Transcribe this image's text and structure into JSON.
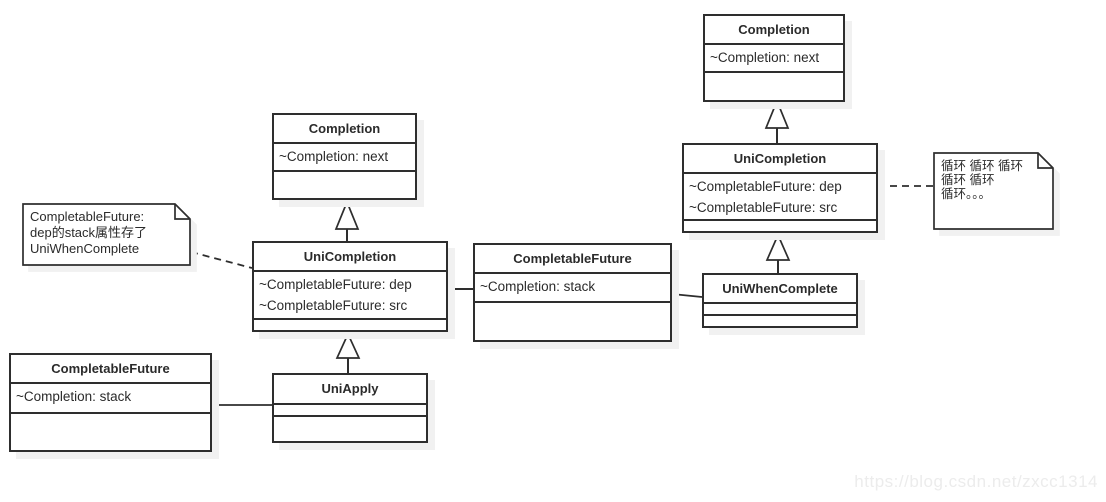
{
  "classes": {
    "completion_top_right": {
      "title": "Completion",
      "attributes": [
        "~Completion: next"
      ]
    },
    "uni_completion_right": {
      "title": "UniCompletion",
      "attributes": [
        "~CompletableFuture: dep",
        "~CompletableFuture: src"
      ]
    },
    "uni_when_complete": {
      "title": "UniWhenComplete",
      "attributes": []
    },
    "completion_mid": {
      "title": "Completion",
      "attributes": [
        "~Completion: next"
      ]
    },
    "uni_completion_mid": {
      "title": "UniCompletion",
      "attributes": [
        "~CompletableFuture: dep",
        "~CompletableFuture: src"
      ]
    },
    "completable_future_mid": {
      "title": "CompletableFuture",
      "attributes": [
        "~Completion: stack"
      ]
    },
    "completable_future_left": {
      "title": "CompletableFuture",
      "attributes": [
        "~Completion: stack"
      ]
    },
    "uni_apply": {
      "title": "UniApply",
      "attributes": []
    }
  },
  "notes": {
    "left": {
      "lines": [
        "CompletableFuture:",
        "dep的stack属性存了",
        "UniWhenComplete"
      ]
    },
    "right": {
      "lines": [
        "循环 循环 循环",
        "循环 循环",
        "循环。。。"
      ]
    }
  },
  "watermark": "https://blog.csdn.net/zxcc1314",
  "colors": {
    "line": "#2e2e2e",
    "box_fill": "#ffffff",
    "shadow": "#f1f1f1",
    "text": "#2b2b2b",
    "watermark": "#ececec"
  }
}
